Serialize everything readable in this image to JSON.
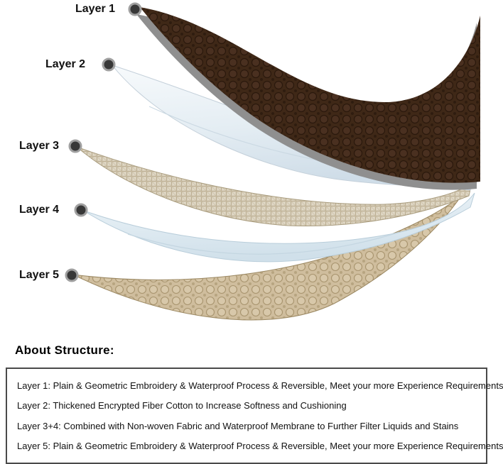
{
  "layers": [
    {
      "label": "Layer 1",
      "color": "#3f2817"
    },
    {
      "label": "Layer 2",
      "color": "#f7fafc"
    },
    {
      "label": "Layer 3",
      "color": "#ded6c4"
    },
    {
      "label": "Layer 4",
      "color": "#eef5f9"
    },
    {
      "label": "Layer 5",
      "color": "#cfbd9d"
    }
  ],
  "about": {
    "heading": "About Structure:",
    "lines": [
      "Layer 1: Plain & Geometric Embroidery & Waterproof Process & Reversible, Meet your more Experience Requirements",
      "Layer 2: Thickened Encrypted Fiber Cotton to Increase Softness and Cushioning",
      "Layer 3+4: Combined with Non-woven Fabric and Waterproof Membrane to Further Filter Liquids and Stains",
      "Layer 5: Plain & Geometric Embroidery & Waterproof Process & Reversible, Meet your more Experience Requirements"
    ]
  }
}
